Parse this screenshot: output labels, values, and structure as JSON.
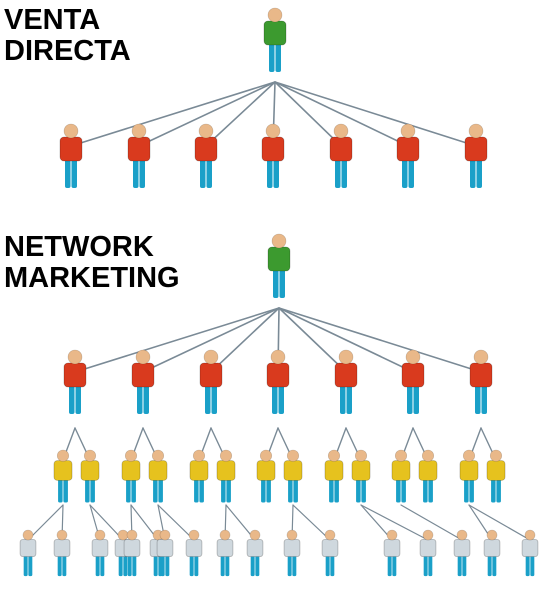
{
  "sections": [
    {
      "id": "venta-directa",
      "title": "VENTA\nDIRECTA"
    },
    {
      "id": "network-marketing",
      "title": "NETWORK\nMARKETING"
    }
  ],
  "colors": {
    "top_person": "#3c9a2f",
    "level1_person": "#d93a1e",
    "level2_person": "#e6c21e",
    "level3_person": "#cfd8de",
    "legs": "#1aa0c8",
    "skin": "#e9b889",
    "connector": "#7a8a96"
  },
  "icons": {
    "person": "person-icon"
  }
}
